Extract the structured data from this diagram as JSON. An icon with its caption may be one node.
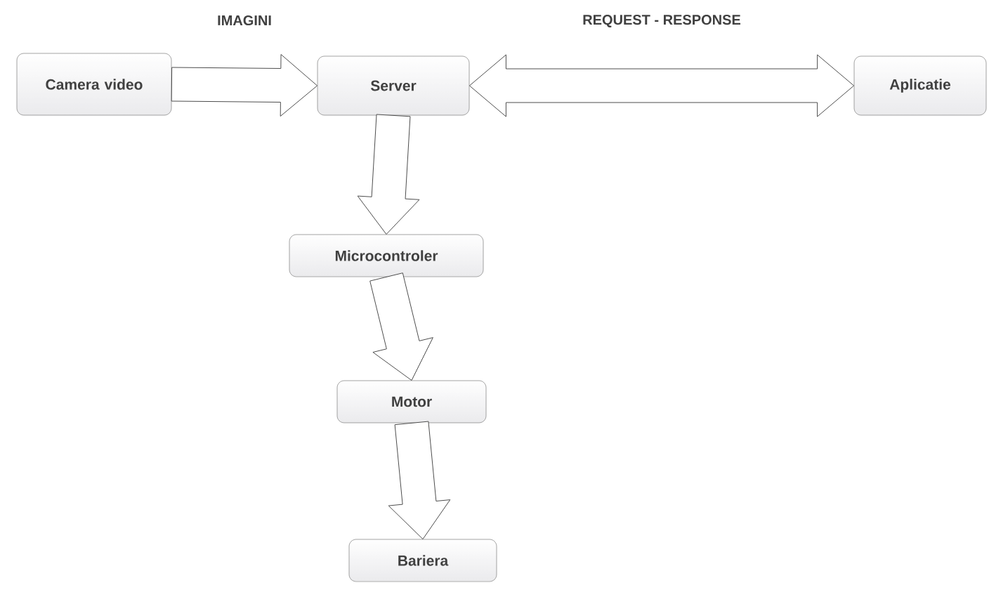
{
  "diagram": {
    "nodes": [
      {
        "text": [
          "Camera video"
        ]
      },
      {
        "text": [
          "Server"
        ]
      },
      {
        "text": [
          "Aplicatie"
        ]
      },
      {
        "text": [
          "Microcontroler"
        ]
      },
      {
        "text": [
          "Motor"
        ]
      },
      {
        "text": [
          "Bariera"
        ]
      }
    ],
    "edges": [
      {
        "from": 0,
        "to": 1,
        "arrow": "to",
        "label": "IMAGINI"
      },
      {
        "from": 1,
        "to": 2,
        "arrow": "both",
        "label": "REQUEST - RESPONSE"
      },
      {
        "from": 1,
        "to": 3,
        "arrow": "to"
      },
      {
        "from": 3,
        "to": 4,
        "arrow": "to"
      },
      {
        "from": 4,
        "to": 5,
        "arrow": "to"
      }
    ]
  }
}
